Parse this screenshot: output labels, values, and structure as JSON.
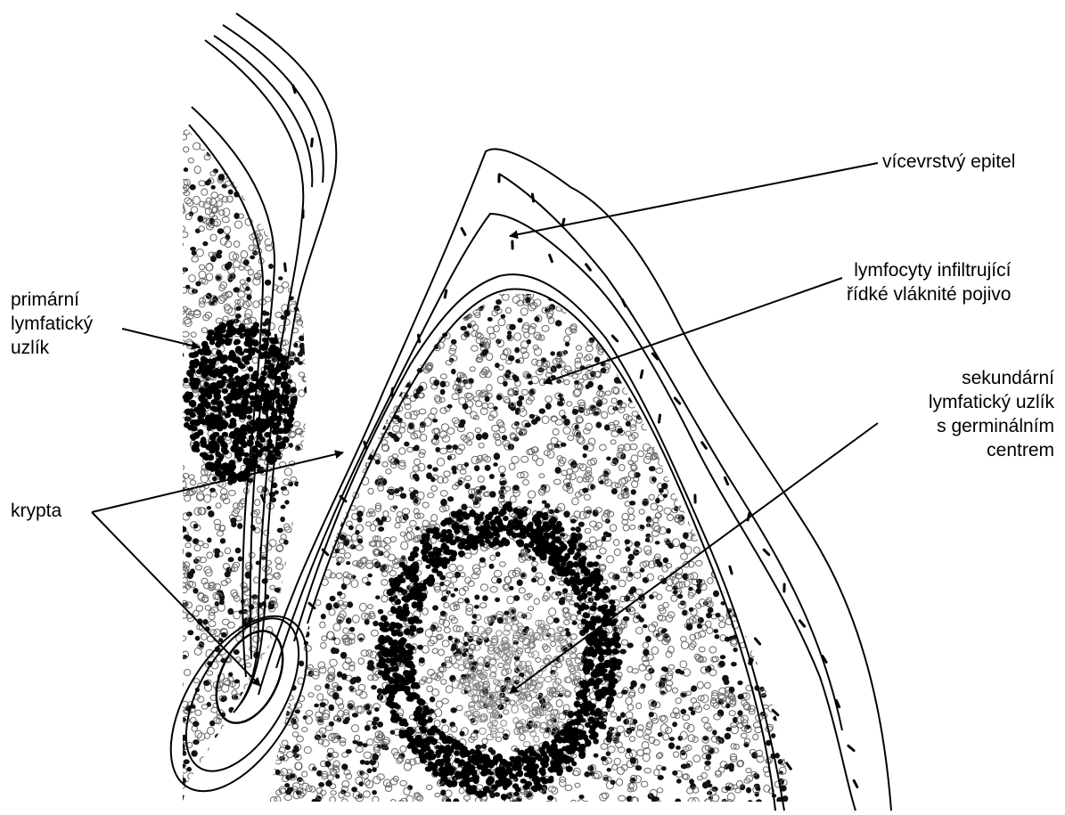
{
  "labels": {
    "epithelium": "vícevrstvý epitel",
    "lymphocytes_line1": "lymfocyty infiltrující",
    "lymphocytes_line2": "řídké vláknité pojivo",
    "primary_line1": "primární",
    "primary_line2": "lymfatický",
    "primary_line3": "uzlík",
    "secondary_line1": "sekundární",
    "secondary_line2": "lymfatický uzlík",
    "secondary_line3": "s germinálním",
    "secondary_line4": "centrem",
    "crypt": "krypta"
  },
  "colors": {
    "ink": "#000000",
    "stipple": "#555555",
    "background": "#ffffff"
  }
}
